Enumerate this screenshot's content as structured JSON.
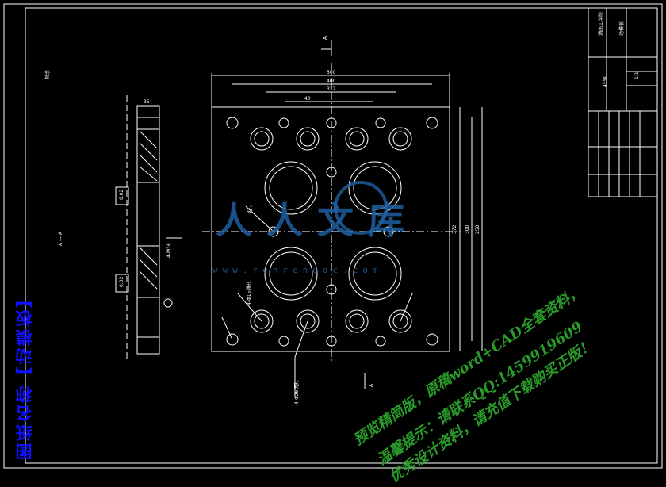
{
  "drawing": {
    "title_vertical": "图纸名称【动模板】",
    "roughness_note": "其余",
    "section_mark": "A",
    "section_label": "A — A",
    "dims": {
      "overall_width": "500",
      "d2": "400",
      "d3": "372",
      "d4": "40",
      "vertical_right": "372",
      "outer_right1": "300",
      "outer_right2": "250",
      "thickness": "35",
      "angle": "45°",
      "side_note": "4-M16",
      "tol1": "0.02",
      "tol2": "0.02",
      "hole_note": "4-Φ15通孔",
      "hole_note2": "4-Φ26沉孔"
    }
  },
  "title_block": {
    "company": "湖南工学院",
    "part_name": "动模板",
    "material": "45钢",
    "scale": "1:1"
  },
  "watermark": {
    "logo_text": "人人文库",
    "url": "www.renrendoc.com",
    "line1": "预览精简版，原稿word+CAD全套资料，",
    "line2": "温馨提示：请联系QQ:1459919609",
    "line3": "优秀设计资料，请充值下载购买正版！"
  }
}
